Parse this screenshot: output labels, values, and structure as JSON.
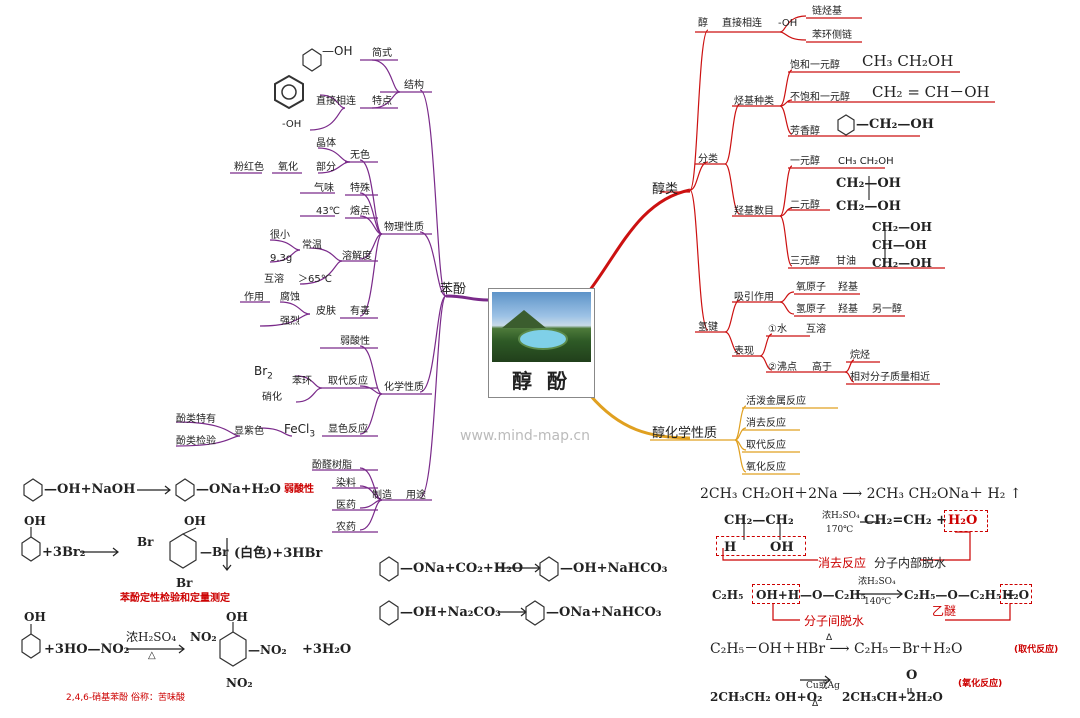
{
  "center": {
    "title": "醇 酚",
    "watermark": "www.mind-map.cn"
  },
  "phenol": {
    "label": "苯酚",
    "structure": {
      "label": "结构",
      "simple": "简式",
      "simple_formula": "—OH",
      "feature": "特点",
      "direct": "直接相连",
      "oh": "-OH"
    },
    "physical": {
      "label": "物理性质",
      "crystal": "晶体",
      "colorless": "无色",
      "partial": "部分",
      "oxidize": "氧化",
      "pink": "粉红色",
      "smell": "气味",
      "special": "特殊",
      "mp_val": "43℃",
      "mp": "熔点",
      "little": "很小",
      "normal_temp": "常温",
      "mass": "9.3g",
      "solubility": "溶解度",
      "miscible": "互溶",
      "temp65": "＞65℃",
      "effect": "作用",
      "corrode": "腐蚀",
      "skin": "皮肤",
      "toxic": "有毒",
      "strong": "强烈"
    },
    "chemical": {
      "label": "化学性质",
      "weak_acid": "弱酸性",
      "br2": "Br",
      "br2_sub": "2",
      "ring": "苯环",
      "substitution": "取代反应",
      "nitration": "硝化",
      "fecl3": "FeCl",
      "fecl3_sub": "3",
      "color_rxn": "显色反应",
      "purple": "显紫色",
      "phenol_char": "酚类特有",
      "phenol_test": "酚类检验"
    },
    "use": {
      "label": "用途",
      "make": "制造",
      "resin": "酚醛树脂",
      "dye": "染料",
      "medicine": "医药",
      "pesticide": "农药"
    }
  },
  "alcohol": {
    "label": "醇类",
    "classify": "分类",
    "alcohol": "醇",
    "direct": "直接相连",
    "oh": "-OH",
    "chain": "链烃基",
    "side_chain": "苯环侧链",
    "hydrocarbon_type": "烃基种类",
    "saturated": "饱和一元醇",
    "saturated_formula": "CH₃ CH₂OH",
    "unsaturated": "不饱和一元醇",
    "unsaturated_formula": "CH₂ = CH－OH",
    "aromatic": "芳香醇",
    "aromatic_formula": "—CH₂—OH",
    "oh_count": "羟基数目",
    "mono": "一元醇",
    "mono_formula": "CH₃ CH₂OH",
    "di": "二元醇",
    "di_l1": "CH₂—OH",
    "di_l2": "CH₂—OH",
    "tri": "三元醇",
    "glycerol": "甘油",
    "tri_l1": "CH₂—OH",
    "tri_l2": "CH—OH",
    "tri_l3": "CH₂—OH",
    "hbond": "氢键",
    "attract": "吸引作用",
    "o_atom": "氧原子",
    "hydroxyl": "羟基",
    "h_atom": "氢原子",
    "hydroxyl2": "羟基",
    "another": "另一醇",
    "show": "表现",
    "water": "①水",
    "miscible": "互溶",
    "bp": "②沸点",
    "high": "高于",
    "alkane": "烷烃",
    "similar_mass": "相对分子质量相近"
  },
  "alcohol_chem": {
    "label": "醇化学性质",
    "active_metal": "活泼金属反应",
    "elimination": "消去反应",
    "substitution": "取代反应",
    "oxidation": "氧化反应"
  },
  "equations": {
    "naoh_left": "—OH+NaOH",
    "naoh_right": "—ONa+H₂O",
    "weak_acid": "弱酸性",
    "br_lhs": "+3Br₂",
    "br_rhs": "(白色)+3HBr",
    "br_caption": "苯酚定性检验和定量测定",
    "nitro_lhs": "+3HO—NO₂",
    "nitro_cond": "浓H₂SO₄",
    "nitro_rhs": "+3H₂O",
    "nitro_caption": "2,4,6-硝基苯酚  俗称：苦味酸",
    "co2_lhs": "—ONa+CO₂+H₂O",
    "co2_rhs": "—OH+NaHCO₃",
    "na2co3_lhs": "—OH+Na₂CO₃",
    "na2co3_rhs": "—ONa+NaHCO₃",
    "na_eq": "2CH₃ CH₂OH＋2Na ⟶ 2CH₃ CH₂ONa＋ H₂ ↑",
    "elim_cond1": "浓H₂SO₄",
    "elim_cond2": "170℃",
    "elim_rhs": "CH₂=CH₂ +",
    "elim_h2o": "H₂O",
    "elim_note_red": "消去反应",
    "elim_note": "分子内部脱水",
    "ether_lhs": "C₂H₅",
    "ether_cond1": "浓H₂SO₄",
    "ether_cond2": "140℃",
    "ether_rhs": "C₂H₅—O—C₂H₅ +",
    "ether_h2o": "H₂O",
    "ether_name": "乙醚",
    "ether_note": "分子间脱水",
    "hbr_eq": "C₂H₅－OH＋HBr ⟶ C₂H₅－Br＋H₂O",
    "hbr_delta": "Δ",
    "hbr_note": "(取代反应)",
    "ox_lhs": "2CH₃CH₂ OH+O₂",
    "ox_cond": "Cu或Ag",
    "ox_delta": "Δ",
    "ox_rhs": "2CH₃CH+2H₂O",
    "ox_note": "(氧化反应)"
  }
}
